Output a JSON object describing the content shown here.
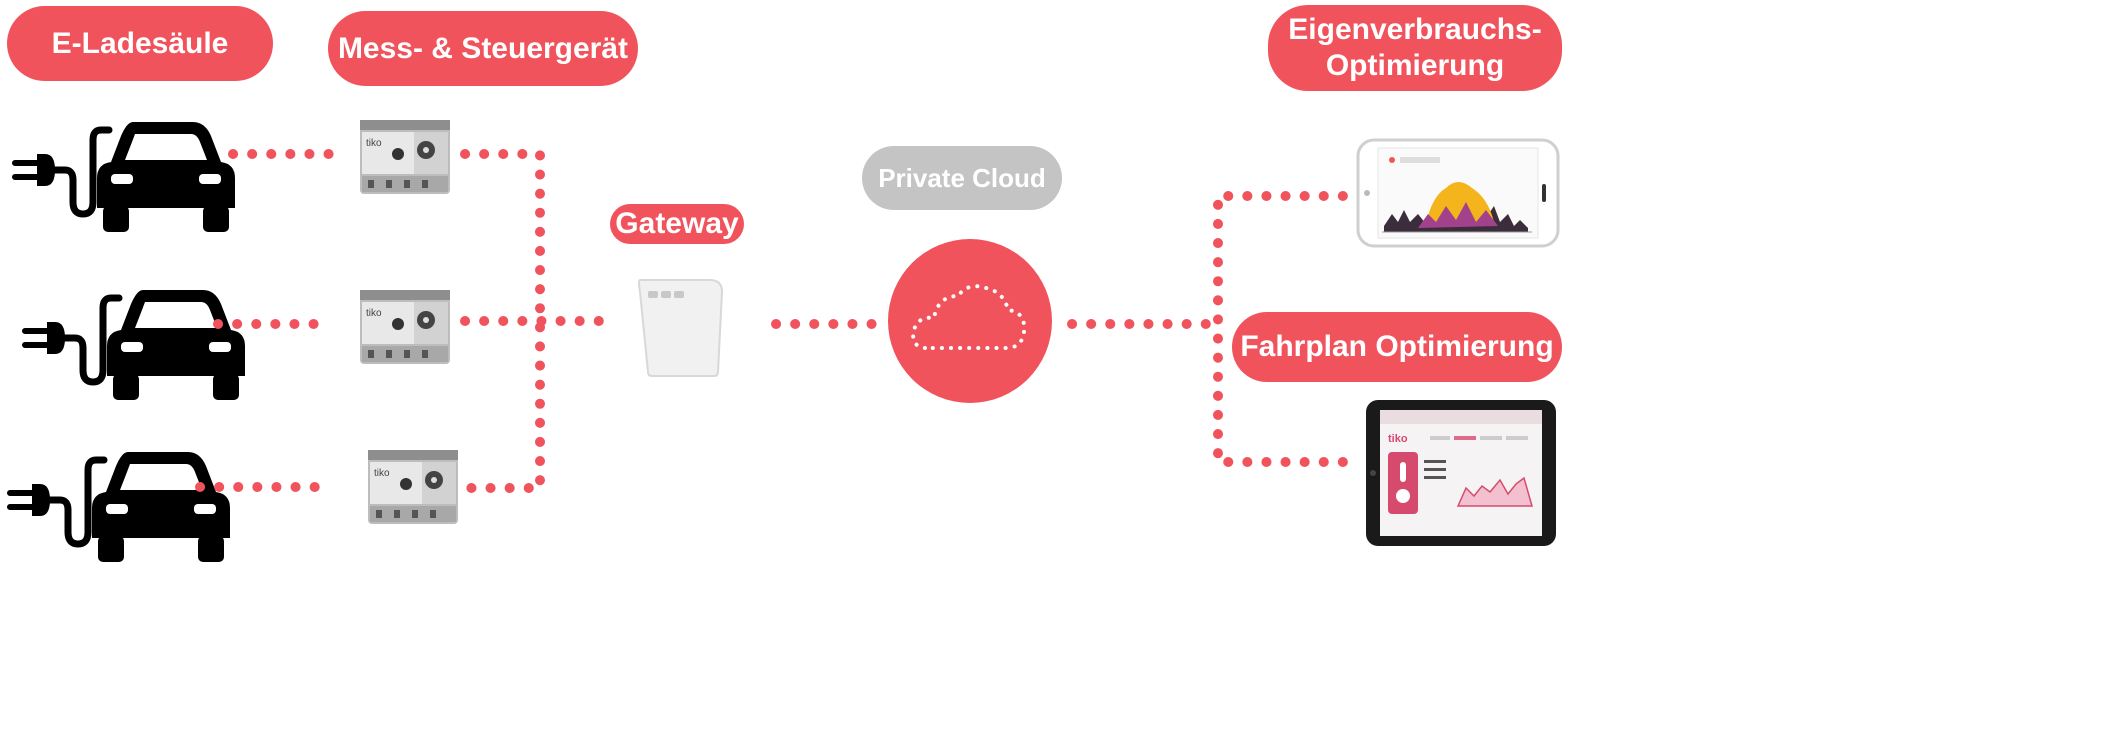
{
  "labels": {
    "charging_station": "E-Ladesäule",
    "meter_controller": "Mess- & Steuergerät",
    "gateway": "Gateway",
    "private_cloud": "Private Cloud",
    "self_consumption_line1": "Eigenverbrauchs-",
    "self_consumption_line2": "Optimierung",
    "schedule_optimization": "Fahrplan Optimierung"
  },
  "device_brand": "tiko",
  "colors": {
    "accent": "#f0535c",
    "cloud_label_bg": "#c4c4c4",
    "icon": "#000000",
    "device_body": "#b8b8b8",
    "gateway_body": "#f2f2f2",
    "chart_yellow": "#f3b51b",
    "chart_purple": "#a2428c"
  },
  "icons": [
    "ev-charging-car-icon",
    "meter-device-icon",
    "gateway-router-icon",
    "cloud-icon",
    "smartphone-icon",
    "tablet-icon"
  ]
}
